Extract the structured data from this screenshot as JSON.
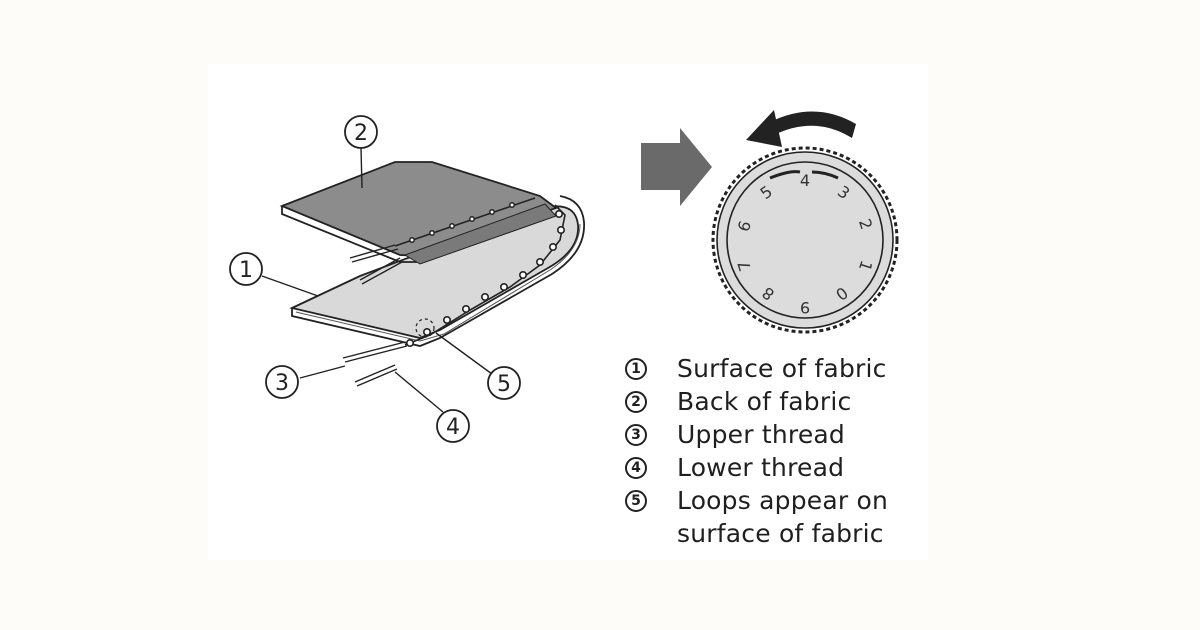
{
  "figure": {
    "callouts": [
      "1",
      "2",
      "3",
      "4",
      "5"
    ],
    "dial": {
      "numbers": [
        "4",
        "3",
        "2",
        "1",
        "0",
        "9",
        "8",
        "7",
        "6",
        "5"
      ],
      "rotation_direction": "counterclockwise"
    },
    "icons": {
      "arrow": "right-arrow-icon",
      "rotate": "rotate-left-arrow-icon"
    },
    "colors": {
      "back_fabric": "#8c8c8c",
      "surface_fabric": "#d9d9d9",
      "dial_face": "#dcdcdc",
      "arrow": "#6a6a6a",
      "ink": "#222222"
    }
  },
  "legend": {
    "items": [
      {
        "num": "1",
        "label": "Surface of fabric"
      },
      {
        "num": "2",
        "label": "Back of fabric"
      },
      {
        "num": "3",
        "label": "Upper thread"
      },
      {
        "num": "4",
        "label": "Lower thread"
      },
      {
        "num": "5",
        "label": "Loops appear on surface of fabric"
      }
    ]
  }
}
